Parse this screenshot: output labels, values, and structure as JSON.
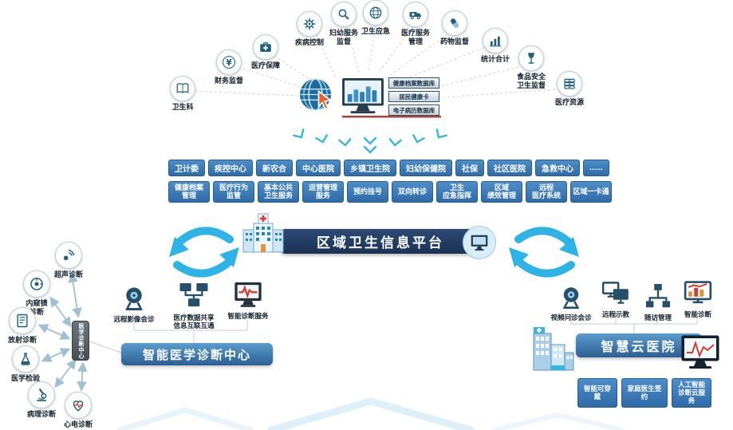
{
  "colors": {
    "accent_cyan": "#29abe2",
    "button_blue": "#3579b8",
    "banner_navy": "#203a64",
    "icon_teal": "#1f5f7a",
    "cursor_orange": "#e8622d",
    "alert_red": "#c0392b"
  },
  "top_icons": [
    {
      "label": "卫生科",
      "icon": "book-icon"
    },
    {
      "label": "财务监督",
      "icon": "finance-icon"
    },
    {
      "label": "医疗保障",
      "icon": "medkit-icon"
    },
    {
      "label": "疾病控制",
      "icon": "gear-icon"
    },
    {
      "label": "妇幼服务\n监督",
      "icon": "magnifier-icon"
    },
    {
      "label": "卫生应急",
      "icon": "globe-outline-icon"
    },
    {
      "label": "医疗服务\n管理",
      "icon": "ambulance-icon"
    },
    {
      "label": "药物监督",
      "icon": "pill-icon"
    },
    {
      "label": "统计合计",
      "icon": "barchart-icon"
    },
    {
      "label": "食品安全\n卫生监督",
      "icon": "goblet-icon"
    },
    {
      "label": "医疗资源",
      "icon": "archive-icon"
    }
  ],
  "hub": {
    "databases": [
      "健康档案数据库",
      "居民健康卡",
      "电子病历数据库"
    ]
  },
  "org_buttons": [
    "卫计委",
    "疾控中心",
    "新农合",
    "中心医院",
    "乡镇卫生院",
    "妇幼保健院",
    "社保",
    "社区医院",
    "急救中心",
    "......"
  ],
  "service_buttons": [
    "健康档案\n管理",
    "医疗行为\n监管",
    "基本公共\n卫生服务",
    "运营管理\n服务",
    "预约挂号",
    "双向转诊",
    "卫生\n应急指挥",
    "区域\n绩效管理",
    "远程\n医疗系统",
    "区域一卡通"
  ],
  "platform": {
    "title": "区域卫生信息平台"
  },
  "left_cluster": {
    "banner": "智能医学诊断中心",
    "device_label": "医学诊断中心",
    "diagnostics": [
      {
        "label": "超声诊断",
        "icon": "ultrasound-icon"
      },
      {
        "label": "内窥镜\n诊断",
        "icon": "endoscope-icon"
      },
      {
        "label": "放射诊断",
        "icon": "radiology-icon"
      },
      {
        "label": "医学检验",
        "icon": "lab-flask-icon"
      },
      {
        "label": "病理诊断",
        "icon": "microscope-icon"
      },
      {
        "label": "心电诊断",
        "icon": "heart-ecg-icon"
      }
    ],
    "services": [
      {
        "label": "远程影像会诊",
        "icon": "webcam-icon"
      },
      {
        "label": "医疗数据共享\n信息互联互通",
        "icon": "network-monitors-icon"
      },
      {
        "label": "智能诊断服务",
        "icon": "ecg-monitor-icon"
      }
    ]
  },
  "right_cluster": {
    "banner": "智慧云医院",
    "services": [
      {
        "label": "视频问诊会诊",
        "icon": "webcam-icon"
      },
      {
        "label": "远程示教",
        "icon": "dual-monitors-icon"
      },
      {
        "label": "随访管理",
        "icon": "orgchart-icon"
      },
      {
        "label": "智能诊断",
        "icon": "chart-monitor-icon"
      }
    ],
    "buttons": [
      "智能可穿戴",
      "家庭医生签约",
      "人工智能\n诊断云服务"
    ]
  }
}
